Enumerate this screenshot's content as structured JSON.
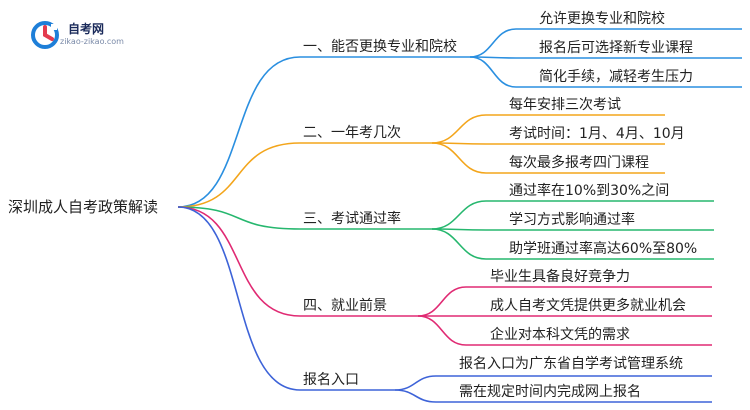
{
  "logo": {
    "name": "自考网",
    "url": "zikao-zikao.com"
  },
  "root": {
    "label": "深圳成人自考政策解读"
  },
  "branches": [
    {
      "label": "一、能否更换专业和院校",
      "color": "#2a8fe0",
      "leaves": [
        "允许更换专业和院校",
        "报名后可选择新专业课程",
        "简化手续，减轻考生压力"
      ]
    },
    {
      "label": "二、一年考几次",
      "color": "#f3a51b",
      "leaves": [
        "每年安排三次考试",
        "考试时间：1月、4月、10月",
        "每次最多报考四门课程"
      ]
    },
    {
      "label": "三、考试通过率",
      "color": "#26b76e",
      "leaves": [
        "通过率在10%到30%之间",
        "学习方式影响通过率",
        "助学班通过率高达60%至80%"
      ]
    },
    {
      "label": "四、就业前景",
      "color": "#e02a73",
      "leaves": [
        "毕业生具备良好竞争力",
        "成人自考文凭提供更多就业机会",
        "企业对本科文凭的需求"
      ]
    },
    {
      "label": "报名入口",
      "color": "#3d63d8",
      "leaves": [
        "报名入口为广东省自学考试管理系统",
        "需在规定时间内完成网上报名"
      ]
    }
  ]
}
